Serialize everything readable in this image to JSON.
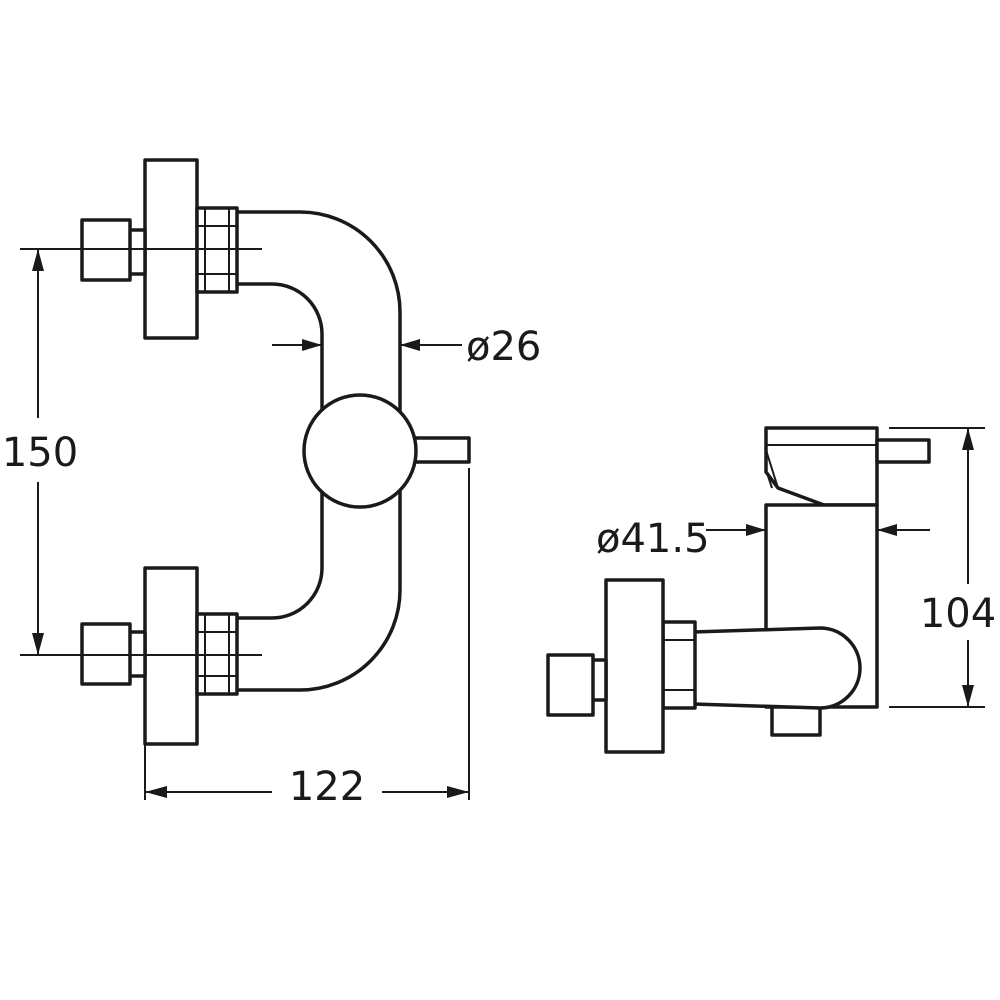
{
  "dimensions": {
    "pipe_diameter": "ø26",
    "body_diameter": "ø41.5",
    "center_distance": "150",
    "overall_width": "122",
    "overall_height": "104"
  }
}
